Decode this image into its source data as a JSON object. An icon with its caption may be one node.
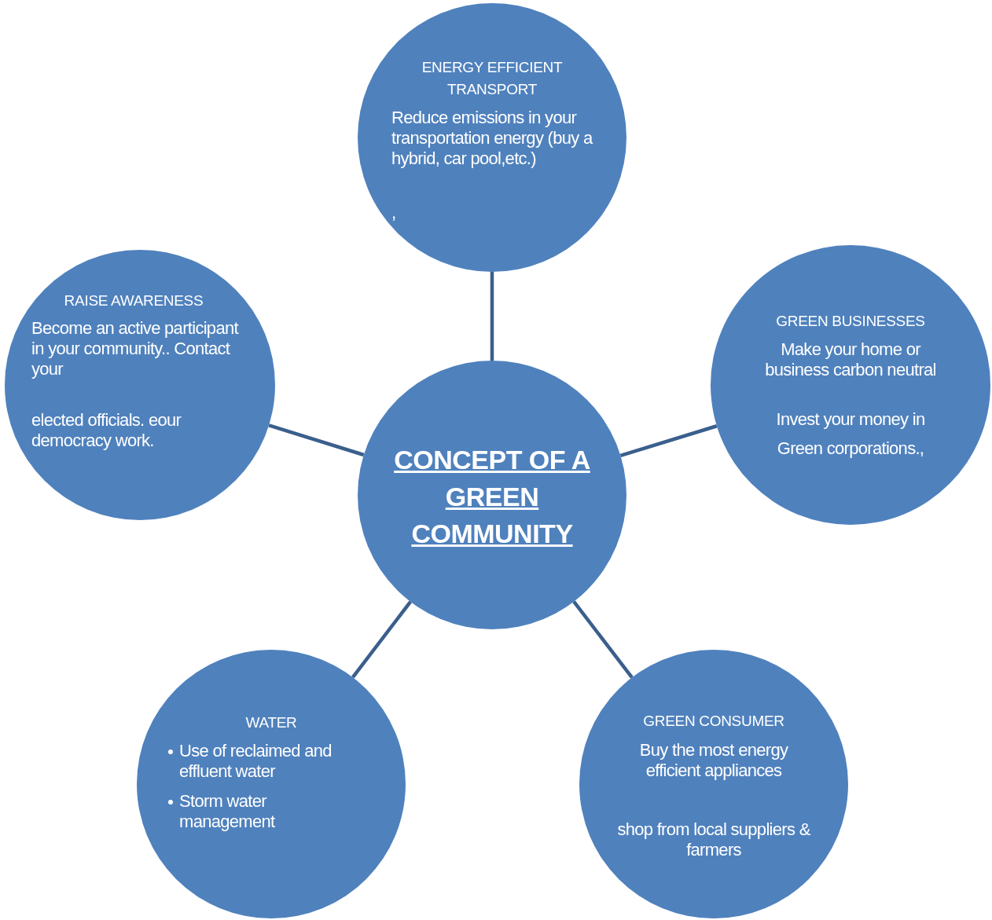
{
  "diagram": {
    "nodes": [
      {
        "text": [
          "ENERGY EFFICIENT TRANSPORT",
          "Reduce emissions in your transportation energy (buy a hybrid, car pool,etc.)",
          ","
        ]
      },
      {
        "text": [
          "RAISE AWARENESS",
          "Become an active participant in your community.. Contact your",
          "elected officials. eour democracy work."
        ]
      },
      {
        "text": [
          "GREEN BUSINESSES",
          "Make your home or business carbon neutral",
          "Invest your money in",
          "Green corporations.,"
        ]
      },
      {
        "text": [
          "CONCEPT OF A GREEN COMMUNITY"
        ]
      },
      {
        "text": [
          "WATER",
          "Use of reclaimed and effluent water",
          "Storm water management"
        ]
      },
      {
        "text": [
          "GREEN CONSUMER",
          "Buy the most energy efficient appliances",
          "shop from local suppliers & farmers"
        ]
      }
    ],
    "edges": [
      {
        "from": 3,
        "to": 0,
        "arrow": "none"
      },
      {
        "from": 3,
        "to": 1,
        "arrow": "none"
      },
      {
        "from": 3,
        "to": 2,
        "arrow": "none"
      },
      {
        "from": 3,
        "to": 4,
        "arrow": "none"
      },
      {
        "from": 3,
        "to": 5,
        "arrow": "none"
      }
    ]
  }
}
